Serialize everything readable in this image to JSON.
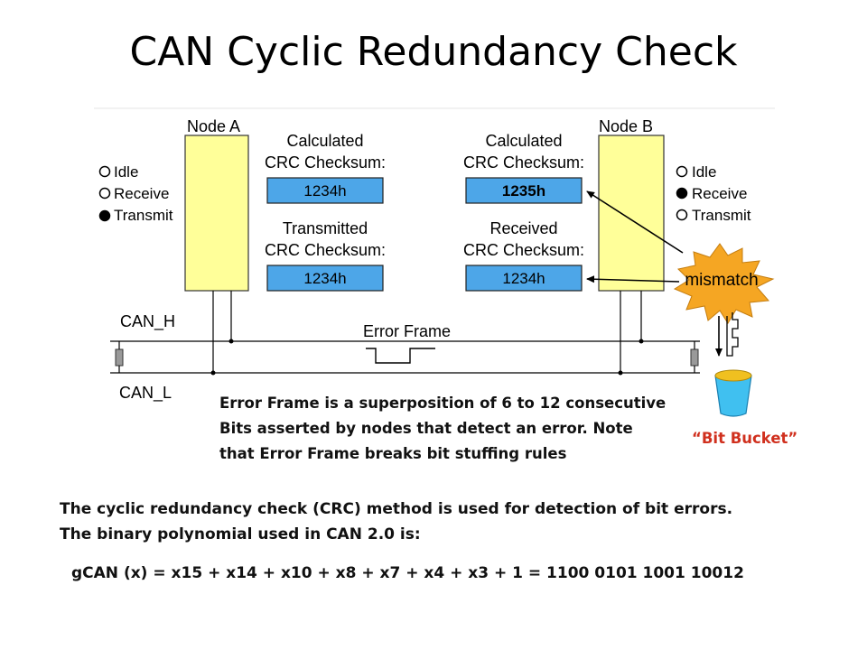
{
  "title": "CAN Cyclic Redundancy Check",
  "node_a": {
    "label": "Node A",
    "states": [
      "Idle",
      "Receive",
      "Transmit"
    ],
    "active_state": "Transmit",
    "calc_label_1": "Calculated",
    "calc_label_2": "CRC Checksum:",
    "calc_value": "1234h",
    "tx_label_1": "Transmitted",
    "tx_label_2": "CRC Checksum:",
    "tx_value": "1234h"
  },
  "node_b": {
    "label": "Node B",
    "states": [
      "Idle",
      "Receive",
      "Transmit"
    ],
    "active_state": "Receive",
    "calc_label_1": "Calculated",
    "calc_label_2": "CRC Checksum:",
    "calc_value": "1235h",
    "rx_label_1": "Received",
    "rx_label_2": "CRC Checksum:",
    "rx_value": "1234h"
  },
  "bus": {
    "can_h": "CAN_H",
    "can_l": "CAN_L",
    "error_frame": "Error Frame"
  },
  "mismatch": "mismatch",
  "bucket_label": "“Bit Bucket”",
  "caption": [
    "Error Frame is a superposition of 6 to 12 consecutive",
    "Bits asserted by nodes that detect an error.  Note",
    "that Error Frame breaks bit stuffing rules"
  ],
  "body": [
    "The cyclic redundancy check (CRC) method is used for detection of bit errors.",
    "The binary polynomial used in CAN 2.0 is:"
  ],
  "polynomial": "gCAN (x) = x15 + x14 + x10 + x8 + x7 + x4 + x3 + 1  = 1100 0101 1001 10012",
  "colors": {
    "node_fill": "#ffff99",
    "crc_box": "#4da6e8",
    "starburst": "#f5a623",
    "bucket": "#40c0f0",
    "bucket_top": "#f0c020",
    "bucket_label": "#d0301e"
  }
}
